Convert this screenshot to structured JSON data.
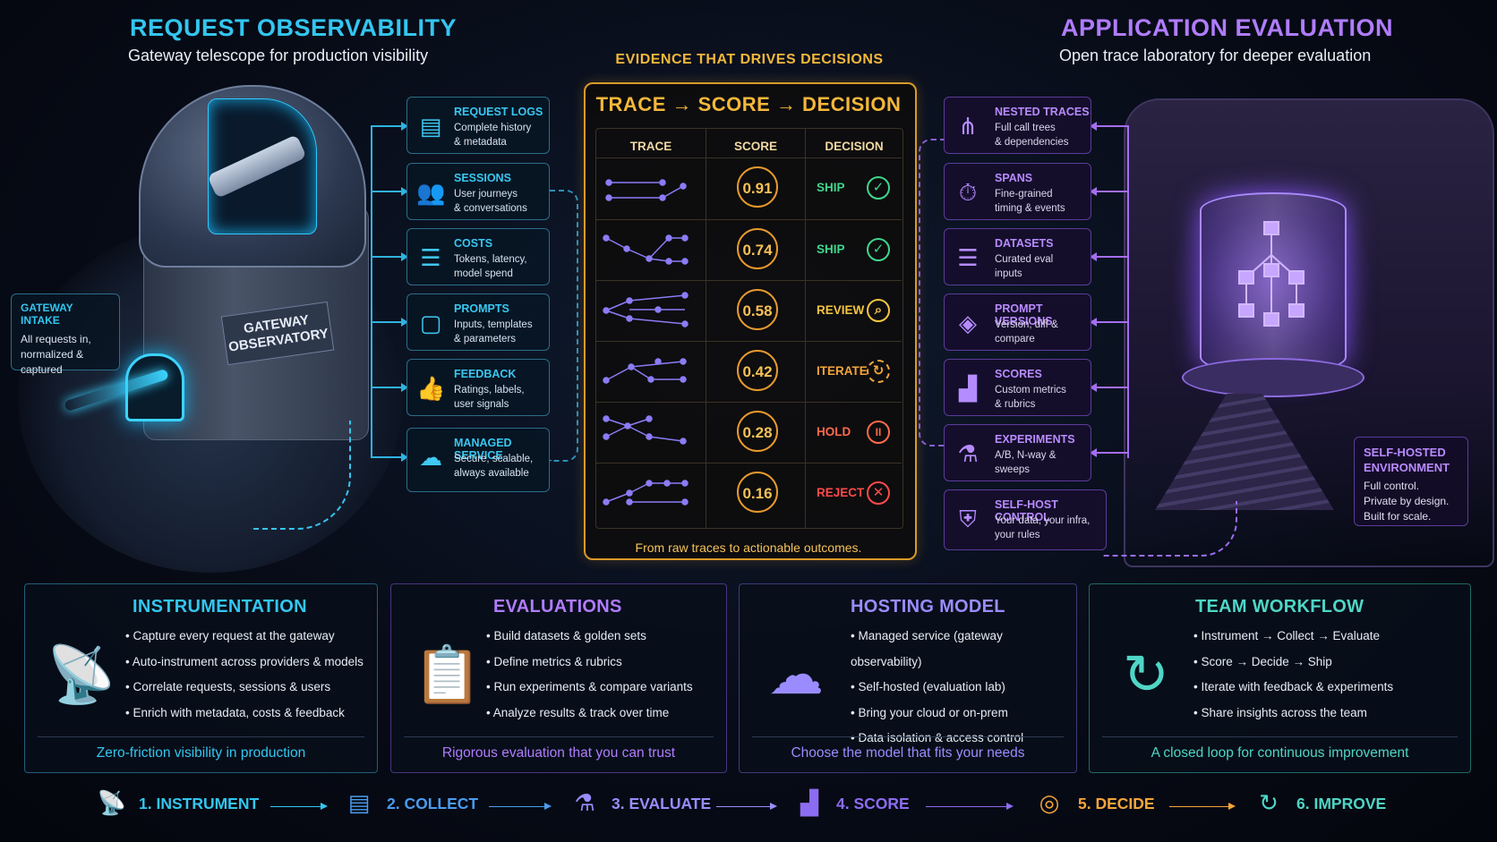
{
  "left_header": {
    "title": "REQUEST OBSERVABILITY",
    "subtitle": "Gateway telescope for production visibility"
  },
  "right_header": {
    "title": "APPLICATION EVALUATION",
    "subtitle": "Open trace laboratory for deeper evaluation"
  },
  "gateway_intake": {
    "title": "GATEWAY INTAKE",
    "desc": "All requests in, normalized & captured"
  },
  "observatory_sign": "GATEWAY OBSERVATORY",
  "left_cards": [
    {
      "title": "REQUEST LOGS",
      "line1": "Complete history",
      "line2": "& metadata",
      "icon": "document-icon"
    },
    {
      "title": "SESSIONS",
      "line1": "User journeys",
      "line2": "& conversations",
      "icon": "users-icon"
    },
    {
      "title": "COSTS",
      "line1": "Tokens, latency,",
      "line2": "model spend",
      "icon": "database-icon"
    },
    {
      "title": "PROMPTS",
      "line1": "Inputs, templates",
      "line2": "& parameters",
      "icon": "prompt-icon"
    },
    {
      "title": "FEEDBACK",
      "line1": "Ratings, labels,",
      "line2": "user signals",
      "icon": "thumbs-up-icon"
    },
    {
      "title": "MANAGED SERVICE",
      "line1": "Secure, scalable,",
      "line2": "always available",
      "icon": "cloud-icon"
    }
  ],
  "right_cards": [
    {
      "title": "NESTED TRACES",
      "line1": "Full call trees",
      "line2": "& dependencies",
      "icon": "tree-icon"
    },
    {
      "title": "SPANS",
      "line1": "Fine-grained",
      "line2": "timing & events",
      "icon": "stopwatch-icon"
    },
    {
      "title": "DATASETS",
      "line1": "Curated eval",
      "line2": "inputs",
      "icon": "database-icon"
    },
    {
      "title": "PROMPT VERSIONS",
      "line1": "Version, diff &",
      "line2": "compare",
      "icon": "layers-icon"
    },
    {
      "title": "SCORES",
      "line1": "Custom metrics",
      "line2": "& rubrics",
      "icon": "bar-chart-icon"
    },
    {
      "title": "EXPERIMENTS",
      "line1": "A/B, N-way &",
      "line2": "sweeps",
      "icon": "flask-icon"
    },
    {
      "title": "SELF-HOST CONTROL",
      "line1": "Your data, your infra,",
      "line2": "your rules",
      "icon": "shield-icon"
    }
  ],
  "self_hosted": {
    "title_line1": "SELF-HOSTED",
    "title_line2": "ENVIRONMENT",
    "line1": "Full control.",
    "line2": "Private by design.",
    "line3": "Built for scale."
  },
  "evidence": {
    "caption": "EVIDENCE THAT DRIVES DECISIONS",
    "title": "TRACE → SCORE → DECISION",
    "col_trace": "TRACE",
    "col_score": "SCORE",
    "col_decision": "DECISION",
    "footer": "From raw traces to actionable outcomes.",
    "rows": [
      {
        "score": "0.91",
        "decision": "SHIP",
        "color": "#3fd68c",
        "icon": "check-icon",
        "glyph": "✓"
      },
      {
        "score": "0.74",
        "decision": "SHIP",
        "color": "#3fd68c",
        "icon": "check-icon",
        "glyph": "✓"
      },
      {
        "score": "0.58",
        "decision": "REVIEW",
        "color": "#f4c542",
        "icon": "magnifier-icon",
        "glyph": "⌕"
      },
      {
        "score": "0.42",
        "decision": "ITERATE",
        "color": "#f4a53a",
        "icon": "refresh-icon",
        "glyph": "↻"
      },
      {
        "score": "0.28",
        "decision": "HOLD",
        "color": "#ff6a4a",
        "icon": "pause-icon",
        "glyph": "II"
      },
      {
        "score": "0.16",
        "decision": "REJECT",
        "color": "#ff4a4a",
        "icon": "x-icon",
        "glyph": "✕"
      }
    ]
  },
  "panels": [
    {
      "title": "INSTRUMENTATION",
      "color": "#33c6f0",
      "border": "#1f5f78",
      "icon": "satellite-dish-icon",
      "items": [
        "Capture every request at the gateway",
        "Auto-instrument across providers & models",
        "Correlate requests, sessions & users",
        "Enrich with metadata, costs & feedback"
      ],
      "footer": "Zero-friction visibility in production"
    },
    {
      "title": "EVALUATIONS",
      "color": "#b07cff",
      "border": "#4b3382",
      "icon": "clipboard-icon",
      "items": [
        "Build datasets & golden sets",
        "Define metrics  & rubrics",
        "Run experiments & compare variants",
        "Analyze results & track over time"
      ],
      "footer": "Rigorous evaluation that you can trust"
    },
    {
      "title": "HOSTING MODEL",
      "color": "#9a8cff",
      "border": "#3f3a7a",
      "icon": "cloud-server-lock-icon",
      "items": [
        "Managed service (gateway observability)",
        "Self-hosted (evaluation lab)",
        "Bring your cloud or on-prem",
        "Data isolation & access control"
      ],
      "footer": "Choose the model that fits your needs"
    },
    {
      "title": "TEAM WORKFLOW",
      "color": "#4fd6c6",
      "border": "#1f6a66",
      "icon": "team-cycle-icon",
      "items": [
        "Instrument → Collect → Evaluate",
        "Score → Decide → Ship",
        "Iterate with feedback & experiments",
        "Share insights across the team"
      ],
      "footer": "A closed loop for continuous improvement"
    }
  ],
  "steps": [
    {
      "label": "1. INSTRUMENT",
      "color": "#33c6f0",
      "icon": "satellite-dish-icon"
    },
    {
      "label": "2. COLLECT",
      "color": "#4a9cf0",
      "icon": "checklist-icon"
    },
    {
      "label": "3. EVALUATE",
      "color": "#9a8cff",
      "icon": "flask-icon"
    },
    {
      "label": "4. SCORE",
      "color": "#8c6cf0",
      "icon": "bar-chart-icon"
    },
    {
      "label": "5. DECIDE",
      "color": "#f4a53a",
      "icon": "target-icon"
    },
    {
      "label": "6. IMPROVE",
      "color": "#4fd6c6",
      "icon": "refresh-icon"
    }
  ]
}
